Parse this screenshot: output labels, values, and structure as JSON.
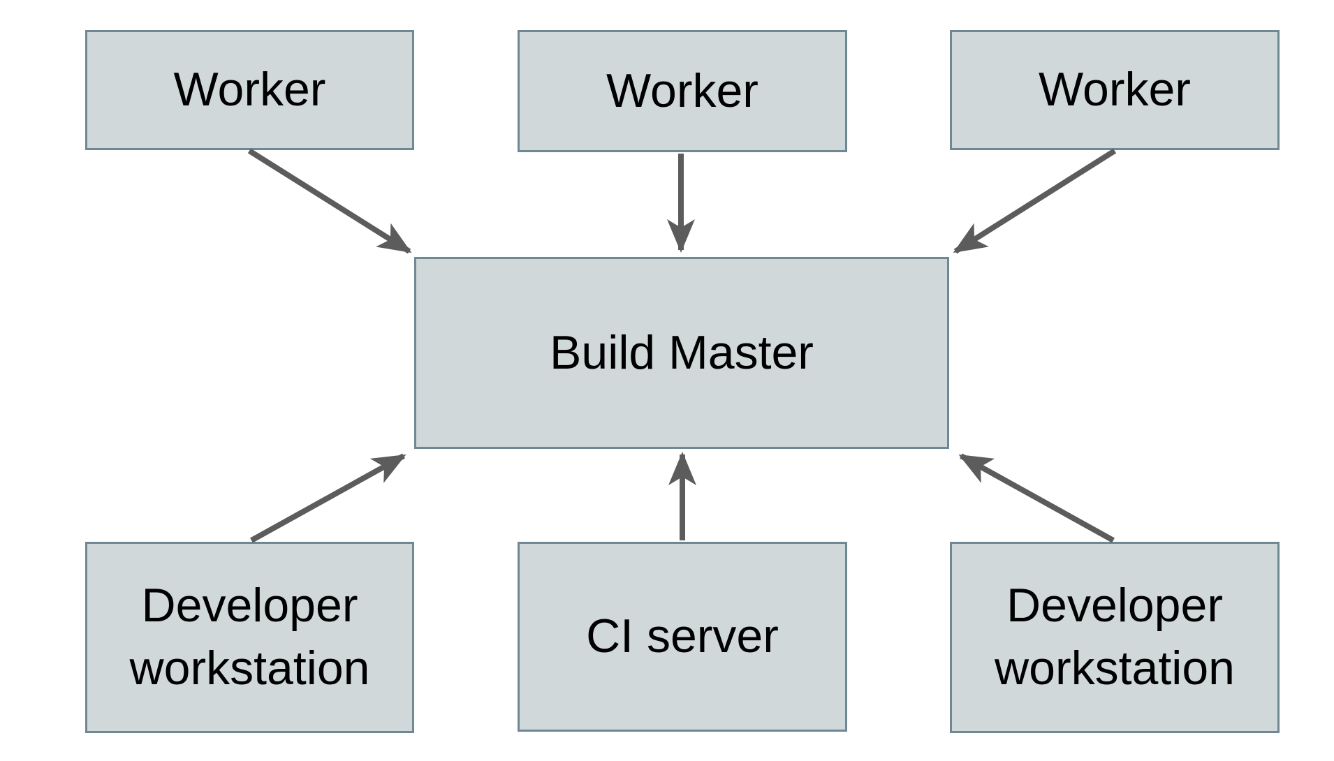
{
  "diagram": {
    "type": "architecture-diagram",
    "background": "#ffffff",
    "colors": {
      "node_fill": "#d0d8da",
      "node_border": "#6f8893",
      "arrow": "#5c5c5c",
      "text": "#000000"
    },
    "nodes": [
      {
        "id": "worker-1",
        "label": "Worker"
      },
      {
        "id": "worker-2",
        "label": "Worker"
      },
      {
        "id": "worker-3",
        "label": "Worker"
      },
      {
        "id": "build-master",
        "label": "Build Master"
      },
      {
        "id": "developer-workstation-1",
        "label": "Developer workstation"
      },
      {
        "id": "ci-server",
        "label": "CI server"
      },
      {
        "id": "developer-workstation-2",
        "label": "Developer workstation"
      }
    ],
    "edges": [
      {
        "from": "worker-1",
        "to": "build-master",
        "direction": "down-right"
      },
      {
        "from": "worker-2",
        "to": "build-master",
        "direction": "down"
      },
      {
        "from": "worker-3",
        "to": "build-master",
        "direction": "down-left"
      },
      {
        "from": "developer-workstation-1",
        "to": "build-master",
        "direction": "up-right"
      },
      {
        "from": "ci-server",
        "to": "build-master",
        "direction": "up"
      },
      {
        "from": "developer-workstation-2",
        "to": "build-master",
        "direction": "up-left"
      }
    ]
  }
}
